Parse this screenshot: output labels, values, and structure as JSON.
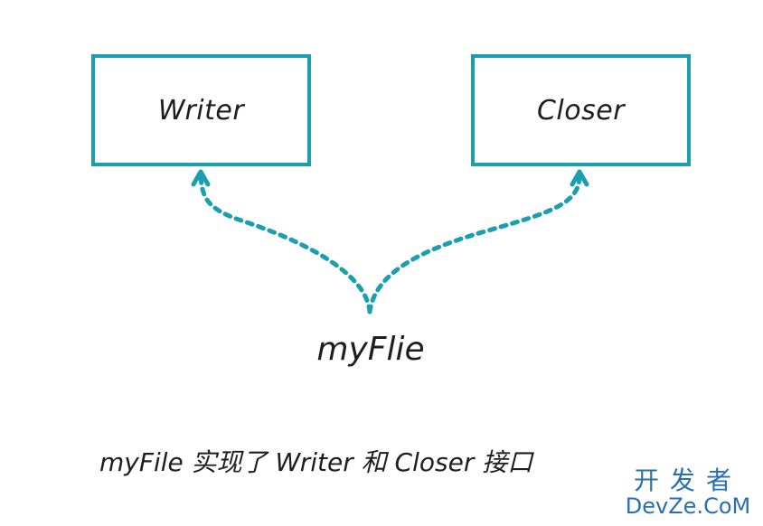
{
  "diagram": {
    "nodes": [
      {
        "id": "writer",
        "label": "Writer"
      },
      {
        "id": "closer",
        "label": "Closer"
      }
    ],
    "source": {
      "label": "myFlie"
    },
    "edges": [
      {
        "from": "myFlie",
        "to": "Writer",
        "style": "dashed",
        "arrow": "open"
      },
      {
        "from": "myFlie",
        "to": "Closer",
        "style": "dashed",
        "arrow": "open"
      }
    ],
    "caption": "myFile 实现了 Writer 和 Closer 接口"
  },
  "watermark": {
    "line1": "开发者",
    "line2": "DevZe.CoM"
  },
  "colors": {
    "accent": "#1a9fb1",
    "text": "#1e1e1e",
    "watermark": "#2a6fb4",
    "background": "#ffffff"
  }
}
